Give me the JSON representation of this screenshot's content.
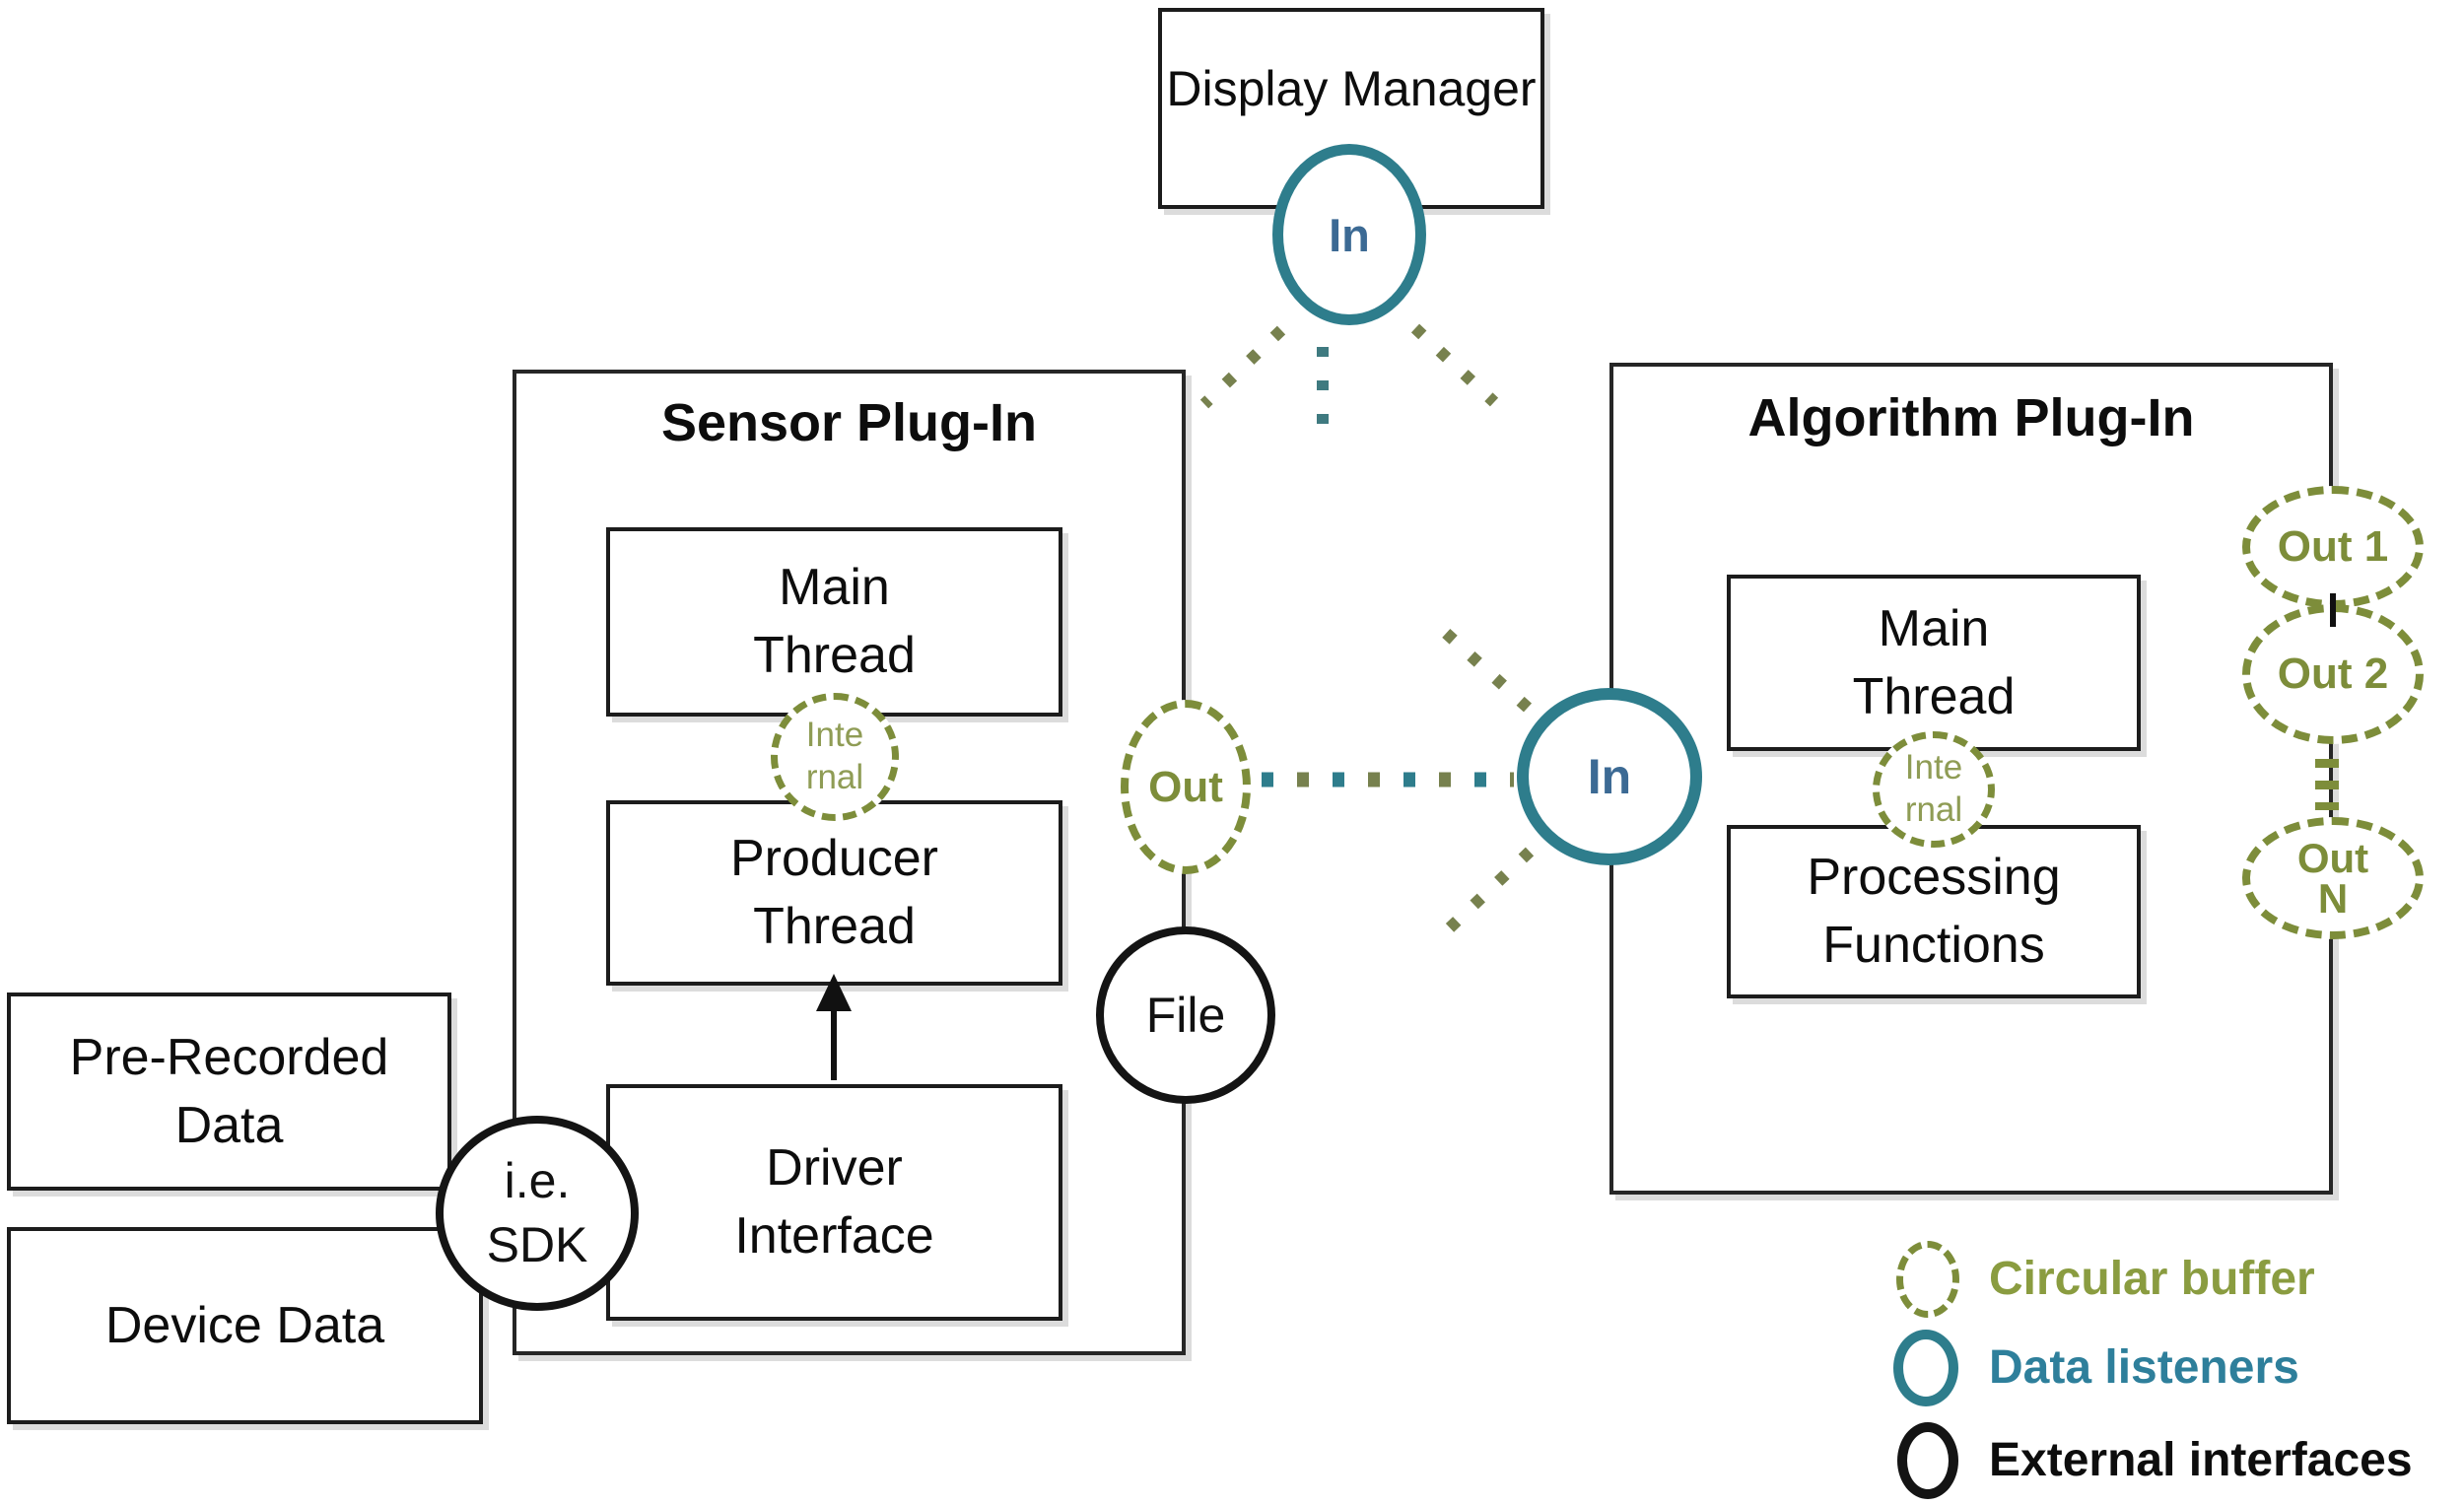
{
  "display_manager": {
    "title": "Display Manager",
    "listener_label": "In"
  },
  "sensor_plugin": {
    "title": "Sensor Plug-In",
    "main_thread_label": "Main Thread",
    "producer_thread_label": "Producer Thread",
    "driver_interface_label": "Driver Interface",
    "internal_buffer_top": "Inte",
    "internal_buffer_bottom": "rnal",
    "out_buffer_label": "Out",
    "file_interface_label": "File"
  },
  "algorithm_plugin": {
    "title": "Algorithm Plug-In",
    "main_thread_label": "Main Thread",
    "processing_functions_label": "Processing Functions",
    "internal_buffer_top": "Inte",
    "internal_buffer_bottom": "rnal",
    "listener_label": "In",
    "out_buffer_1_label": "Out 1",
    "out_buffer_2_label": "Out 2",
    "out_buffer_n_top": "Out",
    "out_buffer_n_bottom": "N"
  },
  "external_sources": {
    "pre_recorded_label": "Pre-Recorded Data",
    "device_label": "Device Data",
    "sdk_interface_label": "i.e. SDK"
  },
  "legend": [
    {
      "label": "Circular buffer"
    },
    {
      "label": "Data listeners"
    },
    {
      "label": "External interfaces"
    }
  ],
  "colors": {
    "circular_buffer_olive": "#7d8d3a",
    "olive_text": "#8f9c55",
    "data_listener_teal": "#2e7d8c",
    "listener_text_blue": "#3c6a94",
    "legend_teal_text": "#2e7f9b",
    "external_interface_black": "#141414"
  }
}
